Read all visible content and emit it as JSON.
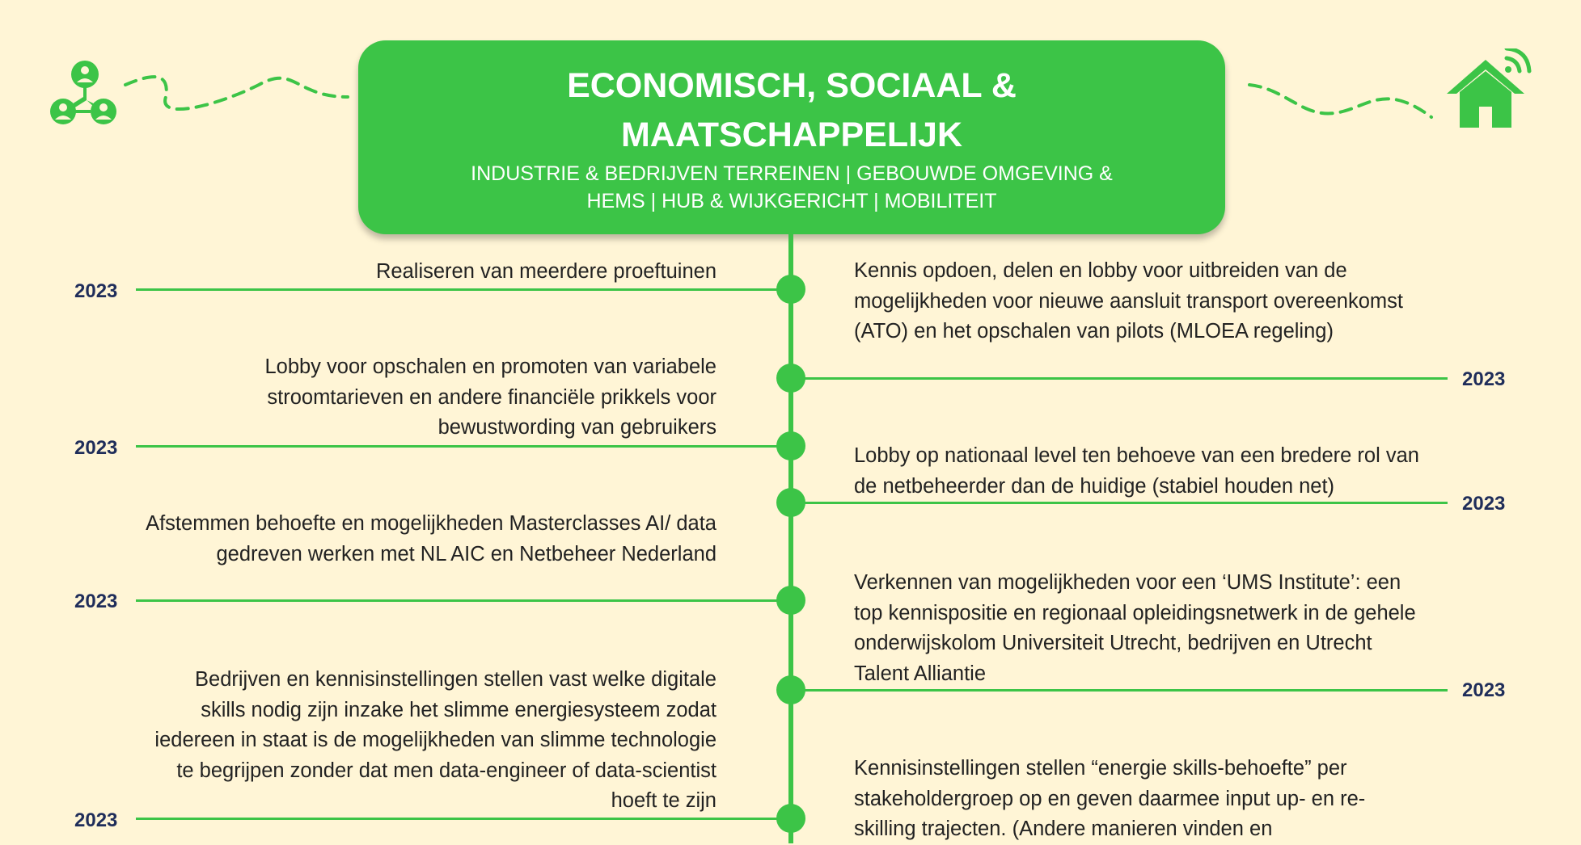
{
  "header": {
    "title": "ECONOMISCH, SOCIAAL & MAATSCHAPPELIJK",
    "subtitle": "INDUSTRIE & BEDRIJVEN TERREINEN | GEBOUWDE OMGEVING & HEMS | HUB & WIJKGERICHT | MOBILITEIT"
  },
  "icons": {
    "left": "people-network-icon",
    "right": "smart-home-icon"
  },
  "colors": {
    "accent": "#3CC447",
    "background": "#FFF5D6",
    "year": "#1F2D5A"
  },
  "left_items": [
    {
      "year": "2023",
      "text": "Realiseren van meerdere proeftuinen"
    },
    {
      "year": "2023",
      "text": "Lobby voor opschalen en promoten van variabele stroomtarieven en andere financiële prikkels voor bewustwording van gebruikers"
    },
    {
      "year": "2023",
      "text": "Afstemmen behoefte en mogelijkheden Masterclasses AI/ data gedreven werken met NL AIC en Netbeheer Nederland"
    },
    {
      "year": "2023",
      "text": "Bedrijven en kennisinstellingen stellen vast welke digitale skills nodig zijn inzake het slimme energiesysteem zodat iedereen in staat is de mogelijkheden van slimme technologie te begrijpen zonder dat men data-engineer of data-scientist hoeft te zijn"
    }
  ],
  "right_items": [
    {
      "year": "2023",
      "text": "Kennis opdoen, delen en lobby voor uitbreiden van de mogelijkheden voor nieuwe aansluit transport overeenkomst (ATO) en het opschalen van pilots (MLOEA regeling)"
    },
    {
      "year": "2023",
      "text": "Lobby op nationaal level ten behoeve van een bredere rol van de netbeheerder dan de huidige (stabiel houden net)"
    },
    {
      "year": "2023",
      "text": "Verkennen van mogelijkheden voor een ‘UMS Institute’: een top kennispositie en regionaal opleidingsnetwerk in de gehele onderwijskolom Universiteit Utrecht, bedrijven en Utrecht Talent Alliantie"
    },
    {
      "year": "",
      "text": "Kennisinstellingen stellen “energie skills-behoefte” per stakeholdergroep op en geven daarmee input up- en re- skilling trajecten. (Andere manieren vinden en"
    }
  ]
}
